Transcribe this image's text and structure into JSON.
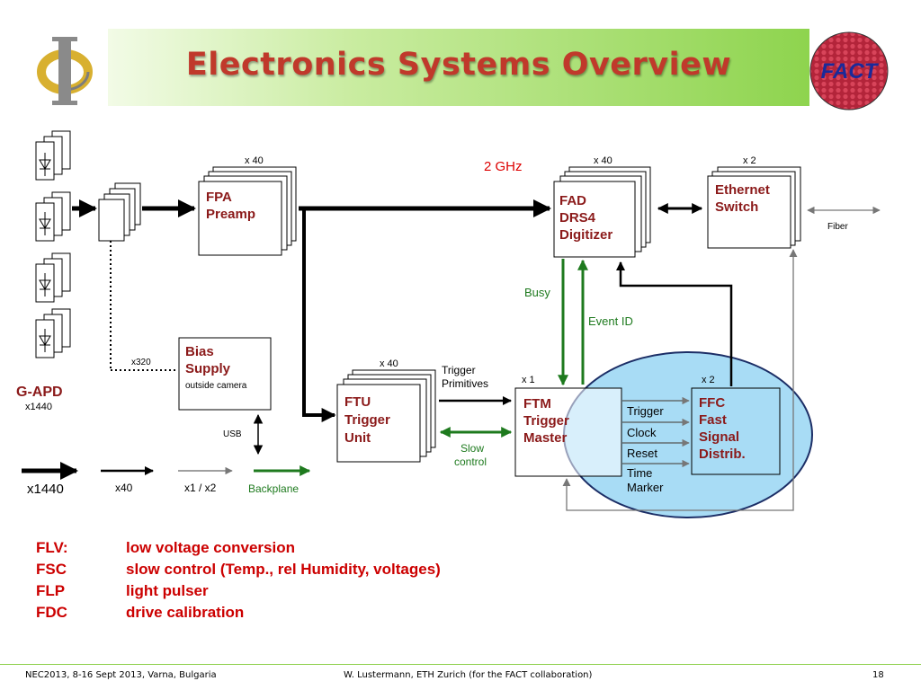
{
  "slide": {
    "title": "Electronics Systems Overview",
    "footer_left": "NEC2013, 8-16 Sept 2013, Varna, Bulgaria",
    "footer_center": "W. Lustermann, ETH Zurich (for the FACT collaboration)",
    "page_number": "18"
  },
  "logos": {
    "left": "Φ",
    "right": "FACT"
  },
  "colors": {
    "title": "#c0392b",
    "box_text": "#8b1a1a",
    "green_arrows": "#1e7a1e",
    "highlight": "#a8dcf5",
    "notes": "#cc0000"
  },
  "diagram": {
    "gapd_label": "G-APD",
    "gapd_count": "x1440",
    "fpa": {
      "mult": "x 40",
      "line1": "FPA",
      "line2": "Preamp"
    },
    "freq": "2 GHz",
    "fad": {
      "mult": "x 40",
      "line1": "FAD",
      "line2": "DRS4",
      "line3": "Digitizer"
    },
    "eth": {
      "mult": "x 2",
      "line1": "Ethernet",
      "line2": "Switch"
    },
    "fiber": "Fiber",
    "bias": {
      "line1": "Bias",
      "line2": "Supply",
      "line3": "outside camera"
    },
    "bias_mult": "x320",
    "usb": "USB",
    "busy": "Busy",
    "event_id": "Event ID",
    "ftu": {
      "mult": "x 40",
      "line1": "FTU",
      "line2": "Trigger",
      "line3": "Unit"
    },
    "trigger_prim_1": "Trigger",
    "trigger_prim_2": "Primitives",
    "slow_control_1": "Slow",
    "slow_control_2": "control",
    "ftm": {
      "mult": "x 1",
      "line1": "FTM",
      "line2": "Trigger",
      "line3": "Master"
    },
    "ffc": {
      "mult": "x 2",
      "line1": "FFC",
      "line2": "Fast",
      "line3": "Signal",
      "line4": "Distrib."
    },
    "signals": {
      "trigger": "Trigger",
      "clock": "Clock",
      "reset": "Reset",
      "time1": "Time",
      "time2": "Marker"
    },
    "legend": {
      "l1": "x1440",
      "l2": "x40",
      "l3": "x1 / x2",
      "l4": "Backplane"
    }
  },
  "notes": [
    {
      "abbr": "FLV:",
      "text": "low voltage conversion"
    },
    {
      "abbr": "FSC",
      "text": "slow control (Temp., rel Humidity, voltages)"
    },
    {
      "abbr": "FLP",
      "text": "light pulser"
    },
    {
      "abbr": "FDC",
      "text": "drive calibration"
    }
  ]
}
